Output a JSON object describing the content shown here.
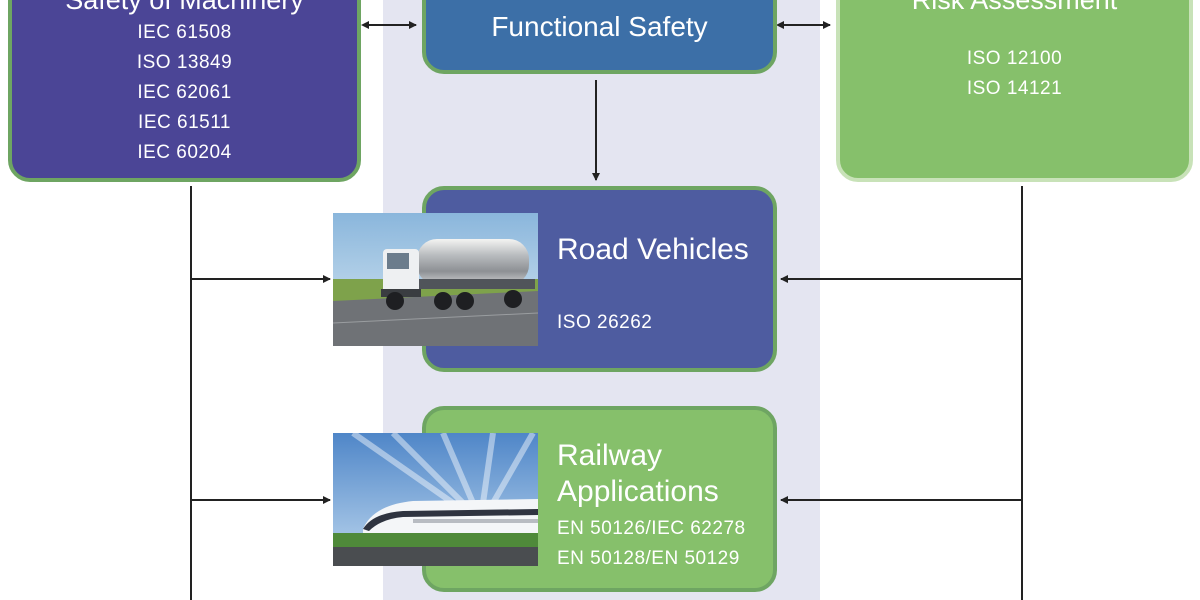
{
  "boxes": {
    "machinery": {
      "title": "Safety of Machinery",
      "standards": [
        "IEC 61508",
        "ISO 13849",
        "IEC 62061",
        "IEC 61511",
        "IEC 60204"
      ]
    },
    "functional": {
      "title": "Functional Safety"
    },
    "risk": {
      "title": "Risk Assessment",
      "standards": [
        "ISO 12100",
        "ISO 14121"
      ]
    },
    "road": {
      "title": "Road Vehicles",
      "standards": [
        "ISO 26262"
      ]
    },
    "rail": {
      "title": "Railway Applications",
      "standards": [
        "EN 50126/IEC 62278",
        "EN 50128/EN 50129"
      ]
    }
  },
  "photos": {
    "truck": "tanker-truck-photo",
    "train": "high-speed-train-photo"
  },
  "colors": {
    "purple": "#4b4596",
    "navy": "#4e5ca0",
    "blue": "#3c6fa7",
    "green": "#86c06b",
    "band": "#e4e5f1",
    "line": "#222222"
  }
}
